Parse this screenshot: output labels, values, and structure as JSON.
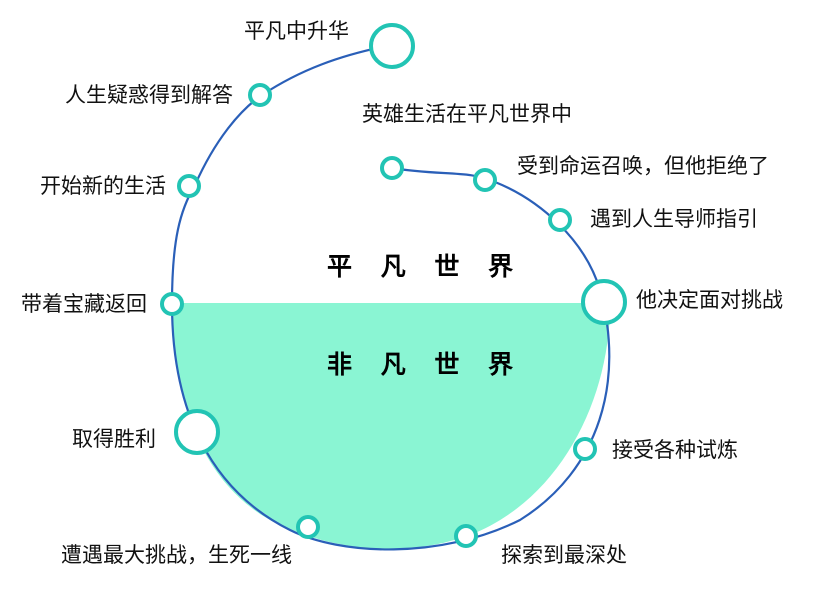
{
  "diagram": {
    "zones": {
      "ordinary": "平 凡 世 界",
      "special": "非 凡 世 界"
    },
    "stages": [
      {
        "id": "s1",
        "label": "英雄生活在平凡世界中"
      },
      {
        "id": "s2",
        "label": "受到命运召唤，但他拒绝了"
      },
      {
        "id": "s3",
        "label": "遇到人生导师指引"
      },
      {
        "id": "s4",
        "label": "他决定面对挑战"
      },
      {
        "id": "s5",
        "label": "接受各种试炼"
      },
      {
        "id": "s6",
        "label": "探索到最深处"
      },
      {
        "id": "s7",
        "label": "遭遇最大挑战，生死一线"
      },
      {
        "id": "s8",
        "label": "取得胜利"
      },
      {
        "id": "s9",
        "label": "带着宝藏返回"
      },
      {
        "id": "s10",
        "label": "开始新的生活"
      },
      {
        "id": "s11",
        "label": "人生疑惑得到解答"
      },
      {
        "id": "s12",
        "label": "平凡中升华"
      }
    ],
    "colors": {
      "path": "#2a5fb8",
      "node_stroke": "#22c4b4",
      "special_fill": "#8af5d3"
    }
  }
}
